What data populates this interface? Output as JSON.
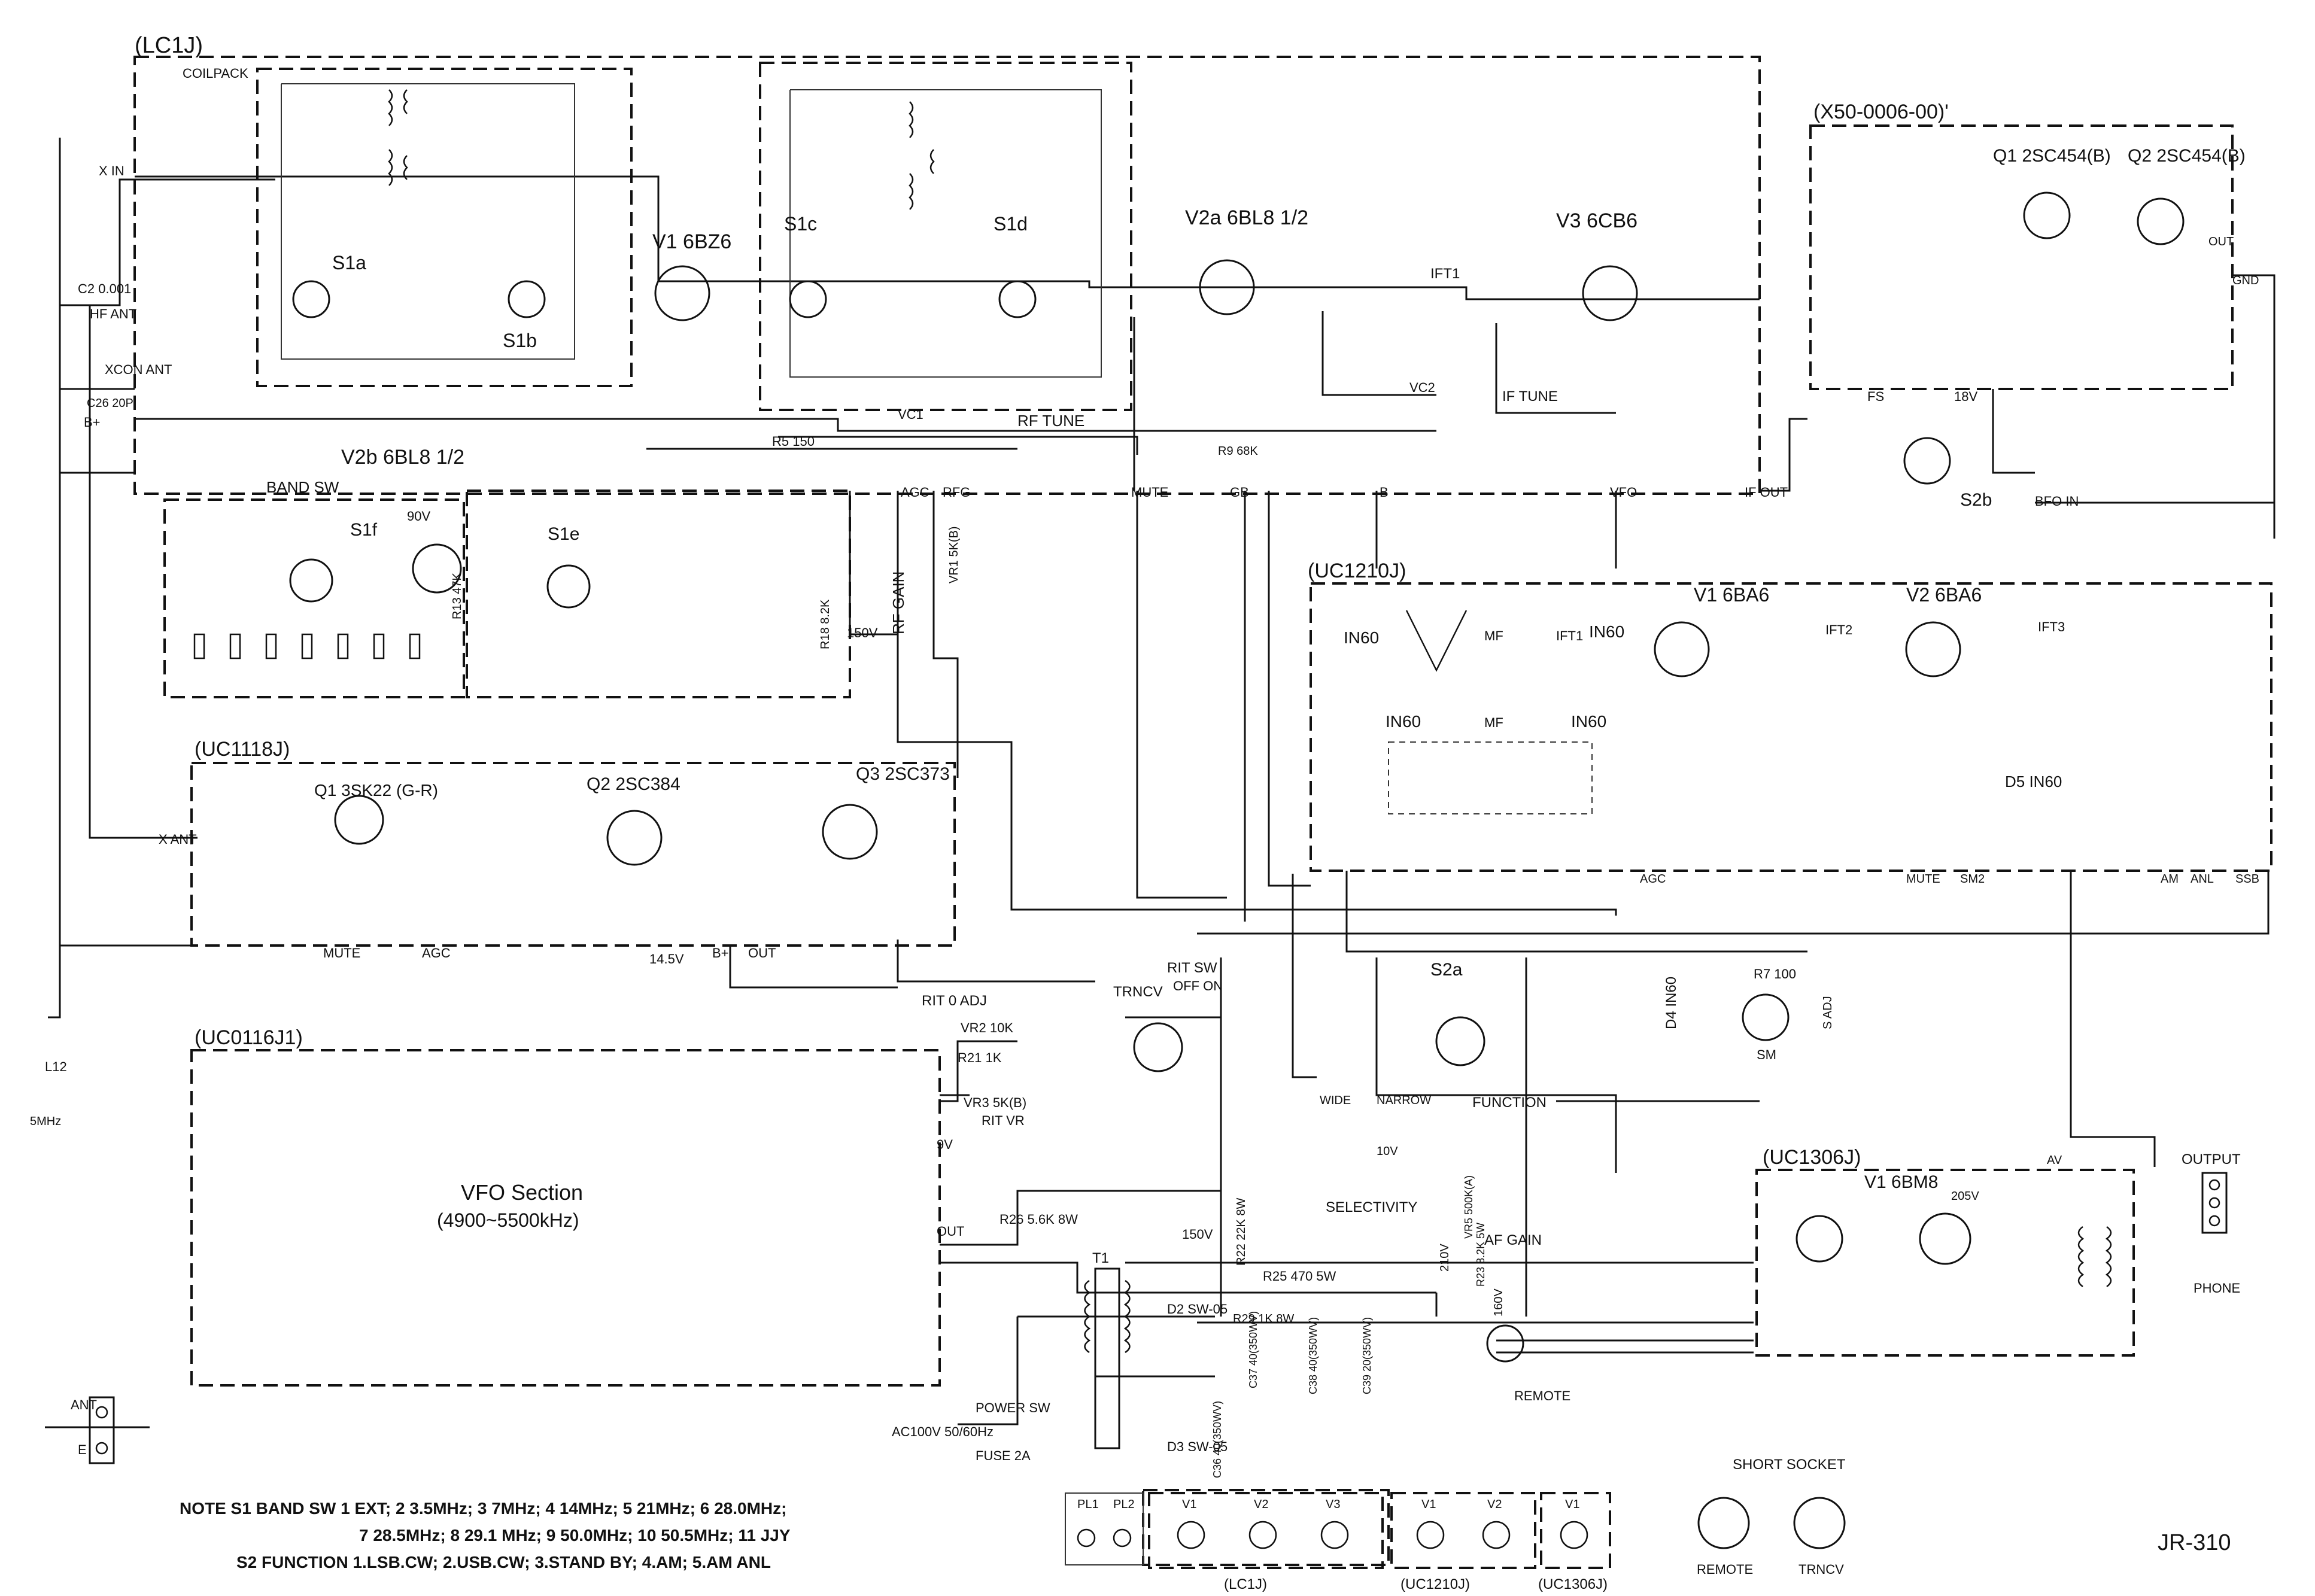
{
  "modules": {
    "lc1j": "(LC1J)",
    "coilpack": "COILPACK",
    "uc1118j": "(UC1118J)",
    "uc0116j1": "(UC0116J1)",
    "uc1210j": "(UC1210J)",
    "x50": "(X50-0006-00)'",
    "uc1306j": "(UC1306J)"
  },
  "tubes": {
    "v1_6bz6": "V1 6BZ6",
    "v2a": "V2a 6BL8 1/2",
    "v2b": "V2b 6BL8 1/2",
    "v3_6cb6": "V3 6CB6",
    "v1_6ba6": "V1 6BA6",
    "v2_6ba6": "V2 6BA6",
    "v1_6bm8": "V1 6BM8"
  },
  "transistors": {
    "q1_header": "Q1 2SC454(B)",
    "q2_header": "Q2 2SC454(B)",
    "q1_3sk22": "Q1 3SK22 (G-R)",
    "q2_2sc384": "Q2 2SC384",
    "q3_2sc373": "Q3 2SC373"
  },
  "switches": {
    "s1a": "S1a",
    "s1b": "S1b",
    "s1c": "S1c",
    "s1d": "S1d",
    "s1e": "S1e",
    "s1f": "S1f",
    "s2a": "S2a",
    "s2b": "S2b",
    "band_sw": "BAND SW",
    "function": "FUNCTION",
    "rit_sw": "RIT SW",
    "off_on": "OFF ON",
    "trncv": "TRNCV",
    "power_sw": "POWER SW",
    "wide": "WIDE",
    "narrow": "NARROW",
    "selectivity": "SELECTIVITY",
    "remote": "REMOTE"
  },
  "controls": {
    "rf_tune": "RF TUNE",
    "if_tune": "IF TUNE",
    "rf_gain": "RF GAIN",
    "af_gain": "AF GAIN",
    "vr1": "VR1 5K(B)",
    "rit_0adj": "RIT 0 ADJ",
    "vr2": "VR2 10K",
    "vr3": "VR3 5K(B)",
    "rit_vr": "RIT VR",
    "vr5": "VR5 500K(A)",
    "s_adj": "S ADJ",
    "vc1": "VC1",
    "vc2": "VC2"
  },
  "signals": {
    "x_in": "X IN",
    "hf_ant": "HF ANT",
    "xcon_ant": "XCON ANT",
    "b_plus": "B+",
    "x_ant": "X ANT",
    "agc": "AGC",
    "rfg": "RFG",
    "mute": "MUTE",
    "gb": "GB",
    "b": "B",
    "vfo": "VFO",
    "if_out": "IF OUT",
    "bfo_in": "BFO IN",
    "fs": "FS",
    "out": "OUT",
    "gnd": "GND",
    "ssb": "SSB",
    "am": "AM",
    "anl": "ANL",
    "sm": "SM",
    "sm2": "SM2",
    "av": "AV",
    "output": "OUTPUT",
    "phone": "PHONE",
    "ant": "ANT",
    "e": "E",
    "ac100v": "AC100V 50/60Hz",
    "fuse": "FUSE 2A",
    "v150": "150V",
    "v18": "18V",
    "v210": "210V",
    "v160": "160V",
    "v10": "10V",
    "v14_5": "14.5V",
    "v90": "90V",
    "v9": "9V",
    "v205": "205V"
  },
  "vfo": {
    "title": "VFO Section",
    "range": "(4900~5500kHz)"
  },
  "parts": {
    "c2": "C2 0.001",
    "c26": "C26 20P",
    "l12": "L12",
    "l12_val": "5MHz",
    "r5": "R5 150",
    "r9": "R9 68K",
    "r13": "R13 47K",
    "r18": "R18 8.2K",
    "ift1": "IFT1",
    "ift2": "IFT2",
    "ift3": "IFT3",
    "mf": "MF",
    "r21": "R21 1K",
    "r26": "R26 5.6K 8W",
    "r25": "R25 470 5W",
    "r23": "R23 8.2K 5W",
    "r7": "R7 100",
    "t1": "T1",
    "d2": "D2 SW-05",
    "d3": "D3 SW-05",
    "d4": "D4 IN60",
    "d5": "D5 IN60",
    "in60": "IN60",
    "r22": "R22 22K 8W",
    "r29": "R29 1K 8W",
    "c37": "C37 40(350WV)",
    "c38": "C38 40(350WV)",
    "c39": "C39 20(350WV)",
    "c36": "C36 40(350WV)"
  },
  "sockets": {
    "pl1": "PL1",
    "pl2": "PL2",
    "short_socket": "SHORT SOCKET",
    "remote": "REMOTE",
    "trncv": "TRNCV",
    "lc1j": "(LC1J)",
    "uc1210j": "(UC1210J)",
    "uc1306j": "(UC1306J)",
    "v1": "V1",
    "v2": "V2",
    "v3": "V3"
  },
  "notes": {
    "line1": "NOTE S1 BAND SW  1 EXT; 2 3.5MHz; 3 7MHz; 4 14MHz; 5 21MHz; 6 28.0MHz;",
    "line2": "7 28.5MHz; 8 29.1 MHz; 9 50.0MHz; 10 50.5MHz; 11 JJY",
    "line3": "S2 FUNCTION  1.LSB.CW; 2.USB.CW; 3.STAND BY; 4.AM; 5.AM ANL"
  },
  "model": "JR-310"
}
